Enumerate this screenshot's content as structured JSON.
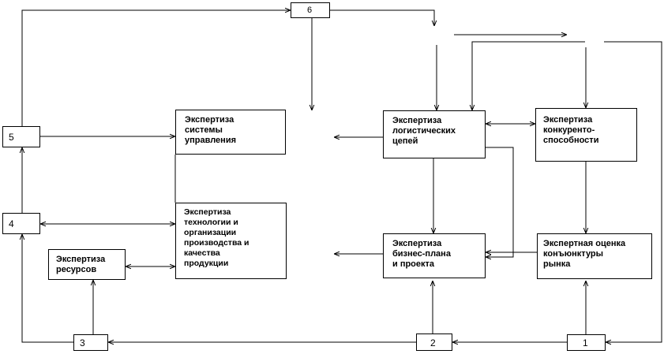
{
  "boxes": {
    "control": "Экспертиза\n системы\nуправления",
    "technology": "Экспертиза\nтехнологии и\nорганизации\nпроизводства и\nкачества\nпродукции",
    "resources": "Экспертиза\nресурсов",
    "logistics": "Экспертиза\nлогистических\nцепей",
    "competitiveness": "Экспертиза\nконкуренто-\nспособности",
    "business_plan": "Экспертиза\nбизнес-плана\nи проекта",
    "market": "Экспертная оценка\nконъюнктуры\nрынка"
  },
  "nodes": {
    "n1": "1",
    "n2": "2",
    "n3": "3",
    "n4": "4",
    "n5": "5",
    "n6": "6"
  }
}
